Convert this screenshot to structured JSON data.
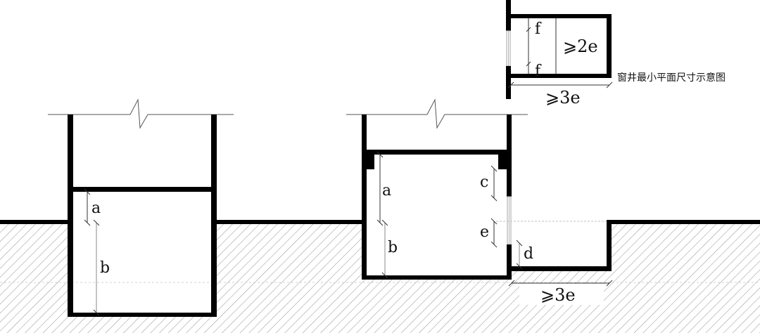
{
  "diagram": {
    "type": "section-diagram",
    "subject": "Basement window well dimensions",
    "colors": {
      "wall": "#000000",
      "hatch": "#9a9a9a",
      "dimension_line": "#333333",
      "window_glass": "#b5b5b5",
      "dashed_ground": "#c0c0c0",
      "background": "#ffffff"
    },
    "left_section": {
      "labels": {
        "a": "a",
        "b": "b"
      }
    },
    "right_section": {
      "labels": {
        "a": "a",
        "b": "b",
        "c": "c",
        "e": "e",
        "d": "d",
        "well_width": "⩾3e"
      }
    },
    "plan_inset": {
      "labels": {
        "f_top": "f",
        "f_bottom": "f",
        "depth": "⩾2e",
        "width": "⩾3e"
      },
      "caption": "窗井最小平面尺寸示意图"
    }
  }
}
